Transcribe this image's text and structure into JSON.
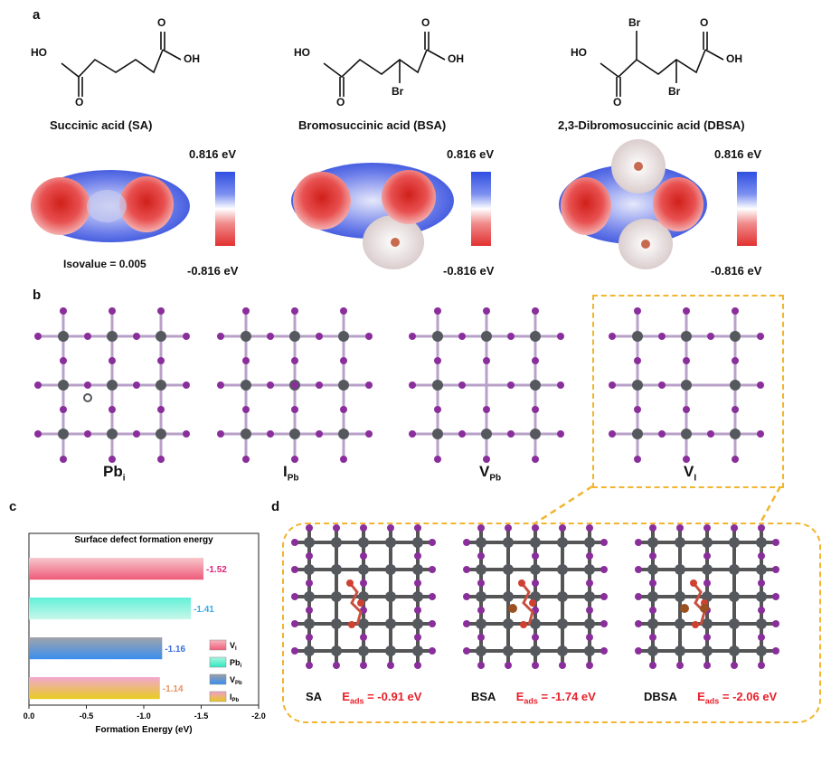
{
  "panel_labels": {
    "a": "a",
    "b": "b",
    "c": "c",
    "d": "d"
  },
  "molecules": [
    {
      "name": "Succinic acid (SA)",
      "ho": "HO",
      "oh": "OH",
      "o": "O",
      "br_top": "",
      "br_bottom": ""
    },
    {
      "name": "Bromosuccinic acid (BSA)",
      "ho": "HO",
      "oh": "OH",
      "o": "O",
      "br_top": "",
      "br_bottom": "Br"
    },
    {
      "name": "2,3-Dibromosuccinic acid (DBSA)",
      "ho": "HO",
      "oh": "OH",
      "o": "O",
      "br_top": "Br",
      "br_bottom": "Br"
    }
  ],
  "esp": {
    "max": "0.816 eV",
    "min": "-0.816 eV",
    "isovalue": "Isovalue = 0.005"
  },
  "defects": [
    {
      "main": "Pb",
      "sub": "i"
    },
    {
      "main": "I",
      "sub": "Pb"
    },
    {
      "main": "V",
      "sub": "Pb"
    },
    {
      "main": "V",
      "sub": "I"
    }
  ],
  "adsorption": [
    {
      "name": "SA",
      "e_label": "E",
      "e_sub": "ads",
      "e_value": " = -0.91 eV"
    },
    {
      "name": "BSA",
      "e_label": "E",
      "e_sub": "ads",
      "e_value": " = -1.74 eV"
    },
    {
      "name": "DBSA",
      "e_label": "E",
      "e_sub": "ads",
      "e_value": " = -2.06 eV"
    }
  ],
  "colors": {
    "highlight": "#f1b52e",
    "energy_red": "#e8202a",
    "pb": "#55595e",
    "iodine": "#8a2e9c"
  },
  "chart_data": {
    "type": "bar",
    "orientation": "horizontal",
    "title": "Surface defect formation energy",
    "xlabel": "Formation Energy (eV)",
    "xlim": [
      0,
      -2.0
    ],
    "xticks": [
      "0.0",
      "-0.5",
      "-1.0",
      "-1.5",
      "-2.0"
    ],
    "categories": [
      "V_I",
      "Pb_i",
      "V_Pb",
      "I_Pb"
    ],
    "values": [
      -1.52,
      -1.41,
      -1.16,
      -1.14
    ],
    "value_labels": [
      "-1.52",
      "-1.41",
      "-1.16",
      "-1.14"
    ],
    "label_colors": [
      "#e0207a",
      "#3aa8e8",
      "#3a6fe0",
      "#e89060"
    ],
    "legend": [
      {
        "main": "V",
        "sub": "I",
        "colors": [
          "#f05c78",
          "#f7b8c0"
        ]
      },
      {
        "main": "Pb",
        "sub": "i",
        "colors": [
          "#2ee8c0",
          "#a8f5e0"
        ]
      },
      {
        "main": "V",
        "sub": "Pb",
        "colors": [
          "#3a8ef0",
          "#9aa0a8"
        ]
      },
      {
        "main": "I",
        "sub": "Pb",
        "colors": [
          "#e8c820",
          "#f0a0c8"
        ]
      }
    ],
    "legend_position": "lower-right",
    "bar_colors": [
      [
        "#f7c8cc",
        "#ee5a78"
      ],
      [
        "#62f0d8",
        "#c8f7ea"
      ],
      [
        "#a0a4aa",
        "#3a8ef0"
      ],
      [
        "#f2a8d0",
        "#e8cc20"
      ]
    ]
  }
}
